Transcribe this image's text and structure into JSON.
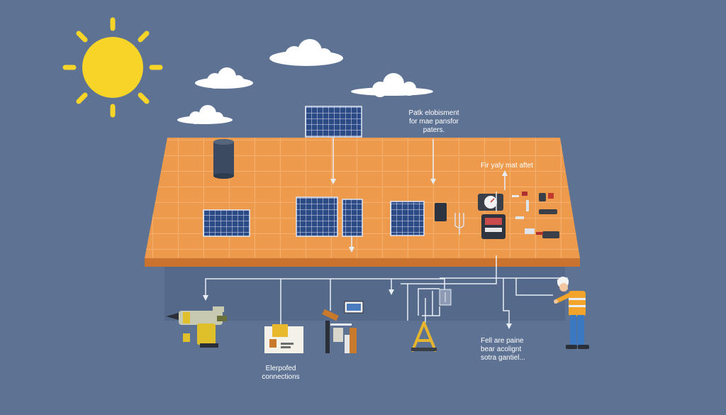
{
  "labels": {
    "panel_note_line1": "Patk elobisment",
    "panel_note_line2": "for mae pansfor",
    "panel_note_line3": "paters.",
    "tools_note": "Fir yaly mat aftet",
    "bottom_right_line1": "Fell are paine",
    "bottom_right_line2": "bear acolignt",
    "bottom_right_line3": "sotra gantiel...",
    "bottom_left_line1": "Elerpofed",
    "bottom_left_line2": "connections"
  },
  "colors": {
    "background": "#5e7394",
    "roof": "#ee9a4c",
    "roof_edge": "#c9732e",
    "sun": "#f6d428",
    "panel": "#2b4a86",
    "panel_grid": "#dfe8f5",
    "wire": "#e8eef6",
    "cloud": "#ffffff",
    "worker_vest": "#f2a52a",
    "worker_pants": "#3a78c2"
  },
  "icons": [
    "sun-icon",
    "cloud-icon",
    "solar-panel-icon",
    "water-tank-icon",
    "power-drill-icon",
    "tool-kit-icon",
    "ladder-icon",
    "worker-icon",
    "junction-box-icon",
    "gauge-icon"
  ]
}
